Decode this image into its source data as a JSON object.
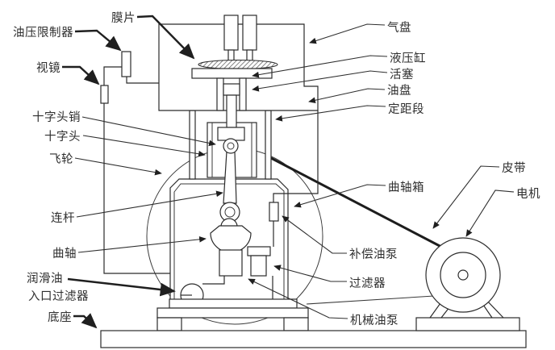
{
  "figure": {
    "background": "#ffffff",
    "line_color": "#2b2b2b",
    "description_type": "diaphragm-compressor-cutaway-diagram"
  },
  "labels": {
    "diaphragm": "膜片",
    "oil_pressure_limiter": "油压限制器",
    "sight_glass": "视镜",
    "crosshead_pin": "十字头销",
    "crosshead": "十字头",
    "flywheel": "飞轮",
    "connecting_rod": "连杆",
    "crankshaft": "曲轴",
    "lube_oil_line1": "润滑油",
    "lube_oil_line2": "入口过滤器",
    "base": "底座",
    "gas_plate": "气盘",
    "hydraulic_cylinder": "液压缸",
    "piston": "活塞",
    "oil_plate": "油盘",
    "distance_piece": "定距段",
    "belt": "皮带",
    "motor": "电机",
    "crankcase": "曲轴箱",
    "compensating_oil_pump": "补偿油泵",
    "filter": "过滤器",
    "mechanical_oil_pump": "机械油泵"
  }
}
